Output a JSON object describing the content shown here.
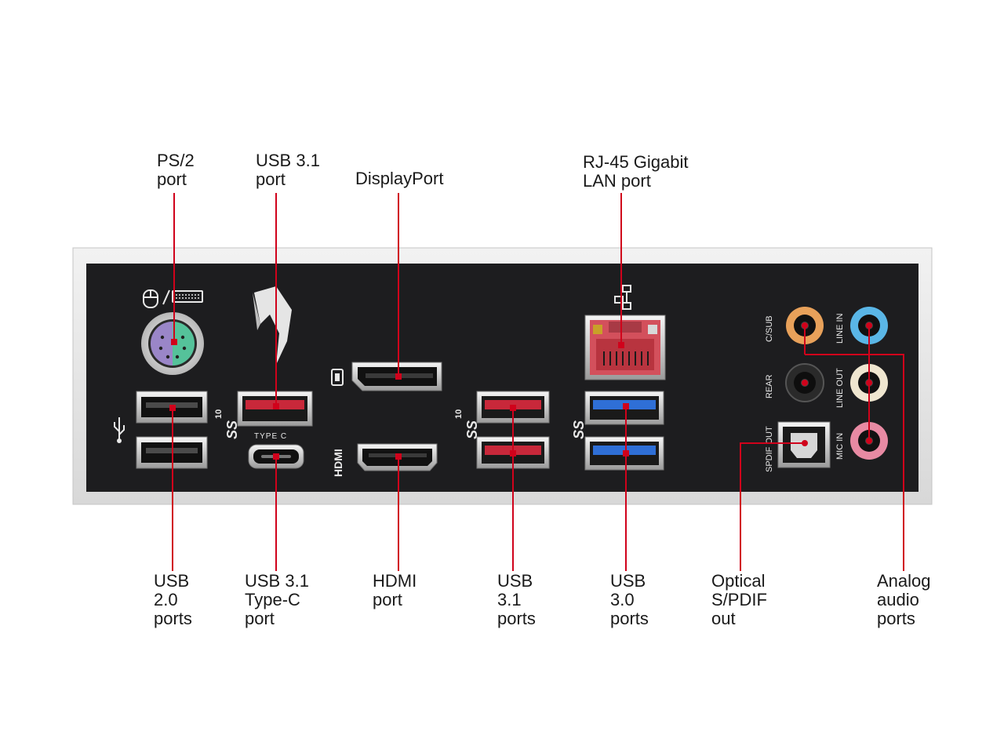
{
  "labels": {
    "ps2": "PS/2\nport",
    "usb31_top": "USB 3.1\nport",
    "displayport": "DisplayPort",
    "rj45": "RJ-45 Gigabit\nLAN port",
    "usb20": "USB\n2.0\nports",
    "usb31_typec": "USB 3.1\nType-C\nport",
    "hdmi": "HDMI\nport",
    "usb31_bottom": "USB\n3.1\nports",
    "usb30": "USB\n3.0\nports",
    "spdif": "Optical\nS/PDIF\nout",
    "audio": "Analog\naudio\nports"
  },
  "panel_print": {
    "type_c": "TYPE C",
    "hdmi": "HDMI",
    "ss_10": "10",
    "ss_10b": "10",
    "c_sub": "C/SUB",
    "rear": "REAR",
    "spdif_out": "SPDIF OUT",
    "line_in": "LINE IN",
    "line_out": "LINE OUT",
    "mic_in": "MIC IN"
  },
  "colors": {
    "callout": "#d0021b",
    "panel": "#1d1d1f",
    "usb3_blue": "#2f6fd6",
    "usb31_red": "#c8283a",
    "ps2_purple": "#9a86c8",
    "ps2_green": "#55c29a",
    "jack_orange": "#e8a15a",
    "jack_blue": "#5ab6e6",
    "jack_cream": "#efe6d0",
    "jack_pink": "#e88aa3"
  },
  "icons": [
    "mouse-icon",
    "keyboard-icon",
    "usb-icon",
    "superspeed-usb-icon",
    "displayport-icon",
    "network-icon",
    "rog-logo"
  ]
}
